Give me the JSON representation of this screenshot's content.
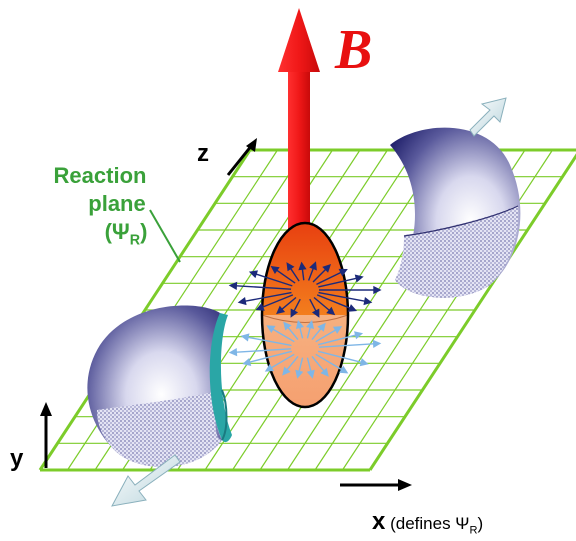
{
  "labels": {
    "b_field": "B",
    "reaction_plane_line1": "Reaction",
    "reaction_plane_line2": "plane",
    "reaction_plane_psi": "(Ψ",
    "reaction_plane_psi_sub": "R",
    "reaction_plane_psi_close": ")",
    "axis_z": "z",
    "axis_y": "y",
    "axis_x": "x",
    "axis_x_note": "(defines Ψ",
    "axis_x_note_sub": "R",
    "axis_x_note_close": ")"
  },
  "colors": {
    "grid": "#7ccc2a",
    "b_arrow": "#f01818",
    "b_text": "#e81010",
    "label_green": "#3aa13a",
    "nucleus_dark": "#2a2a7a",
    "upper_flow_arrows": "#1c2a7a",
    "lower_flow_arrows": "#7fb6e6",
    "fireball_top": "#f06010",
    "fireball_bottom": "#f8c8a0"
  },
  "icons": [
    "b-field-arrow",
    "spectator-nucleus",
    "participant-fireball",
    "emission-arrows",
    "motion-arrow"
  ]
}
